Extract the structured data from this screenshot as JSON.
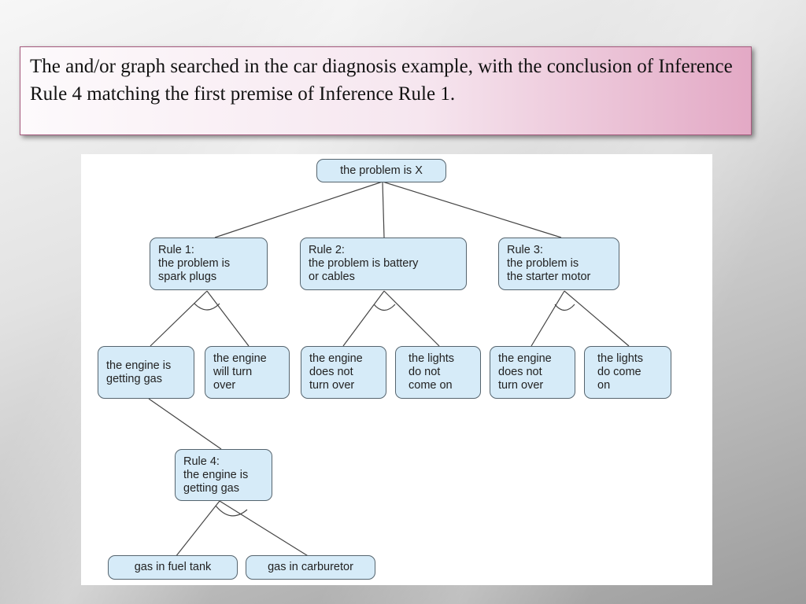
{
  "caption": "The and/or graph searched in the car diagnosis example, with the conclusion of Inference Rule 4 matching the first premise of Inference Rule 1.",
  "colors": {
    "node_fill": "#d6ebf8",
    "node_border": "#55646e",
    "caption_accent": "#e3a9c5"
  },
  "nodes": {
    "root": "the problem is X",
    "rule1": "Rule 1:\nthe problem is\nspark plugs",
    "rule2": "Rule 2:\nthe problem is battery\nor cables",
    "rule3": "Rule 3:\nthe problem is\nthe starter motor",
    "r1_engine_gas": "the engine is\ngetting gas",
    "r1_engine_turn": "the engine\nwill turn\nover",
    "r2_engine_not": "the engine\ndoes not\nturn over",
    "r2_lights_not": "the lights\ndo not\ncome on",
    "r3_engine_not": "the engine\ndoes not\nturn over",
    "r3_lights_on": "the lights\ndo come\non",
    "rule4": "Rule 4:\nthe engine is\ngetting gas",
    "fuel_tank": "gas in fuel tank",
    "carburetor": "gas in carburetor"
  }
}
